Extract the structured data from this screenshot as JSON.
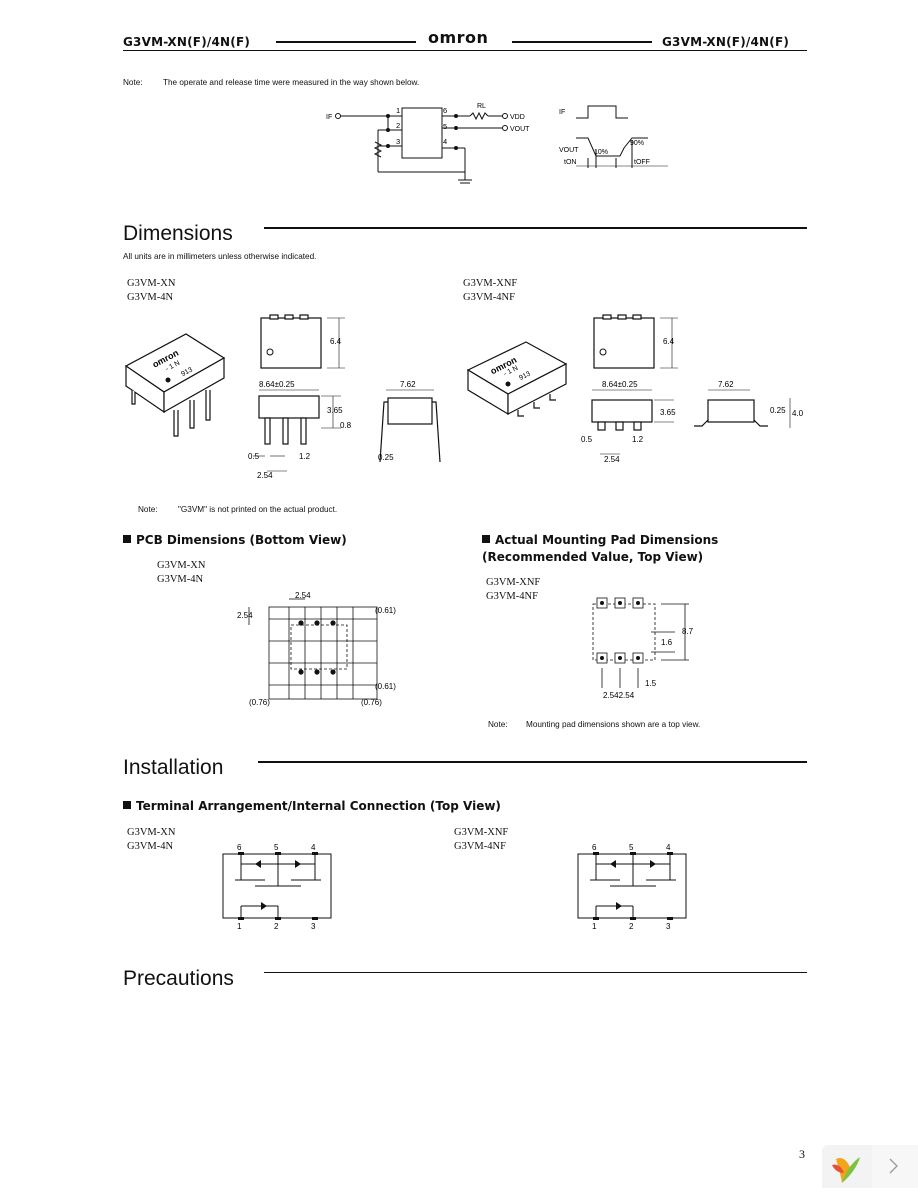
{
  "header": {
    "left_title": "G3VM-XN(F)/4N(F)",
    "brand": "omron",
    "right_title": "G3VM-XN(F)/4N(F)"
  },
  "note_timing": {
    "label": "Note:",
    "text": "The operate and release time were measured in the way shown below."
  },
  "circuit": {
    "input_label": "IF",
    "pins": [
      "1",
      "2",
      "3",
      "4",
      "5",
      "6"
    ],
    "rl_label": "RL",
    "vdd_label": "VDD",
    "vout_label": "VOUT"
  },
  "timing": {
    "if_label": "IF",
    "vout_label": "VOUT",
    "ton_label": "tON",
    "toff_label": "tOFF",
    "pct10": "10%",
    "pct90": "90%"
  },
  "dimensions": {
    "title": "Dimensions",
    "note": "All units are in millimeters unless otherwise indicated.",
    "left_models": [
      "G3VM-XN",
      "G3VM-4N"
    ],
    "right_models": [
      "G3VM-XNF",
      "G3VM-4NF"
    ],
    "pkg_brand": "omron",
    "pkg_marks_left": [
      "- 1 N",
      "913"
    ],
    "pkg_marks_right": [
      "- 1 N",
      "913"
    ],
    "left_values": {
      "height_top": "6.4",
      "length": "8.64±0.25",
      "height_side": "3.65",
      "lead": "0.8",
      "pin_w": "0.5",
      "pin_gap": "1.2",
      "pitch": "2.54",
      "width": "7.62",
      "thick": "0.25"
    },
    "right_values": {
      "height_top": "6.4",
      "length": "8.64±0.25",
      "height_side": "3.65",
      "pin_w": "0.5",
      "pin_gap": "1.2",
      "pitch": "2.54",
      "width": "7.62",
      "thick": "0.25",
      "total": "4.0"
    },
    "note_label": "Note:",
    "note2": "\"G3VM\" is not printed on the actual product."
  },
  "pcb": {
    "title": "PCB Dimensions (Bottom View)",
    "models": [
      "G3VM-XN",
      "G3VM-4N"
    ],
    "values": {
      "pitch": "2.54",
      "pitch_v": "2.54",
      "top_right": "(0.61)",
      "bottom_right": "(0.61)",
      "bottom_left": "(0.76)",
      "bottom_mid": "(0.76)"
    }
  },
  "pads": {
    "title_line1": "Actual Mounting Pad Dimensions",
    "title_line2": "(Recommended Value, Top View)",
    "models": [
      "G3VM-XNF",
      "G3VM-4NF"
    ],
    "values": {
      "height": "8.7",
      "pad_h": "1.6",
      "pad_w": "1.5",
      "pitch": "2.542.54"
    },
    "note_label": "Note:",
    "note": "Mounting pad dimensions shown are a top view."
  },
  "installation": {
    "title": "Installation",
    "subtitle": "Terminal Arrangement/Internal Connection (Top View)",
    "left_models": [
      "G3VM-XN",
      "G3VM-4N"
    ],
    "right_models": [
      "G3VM-XNF",
      "G3VM-4NF"
    ],
    "top_pins": [
      "6",
      "5",
      "4"
    ],
    "bottom_pins": [
      "1",
      "2",
      "3"
    ]
  },
  "precautions": {
    "title": "Precautions"
  },
  "footer": {
    "page_number": "3",
    "next_icon": "chevron-right-icon",
    "logo_icon": "viewer-logo-icon"
  }
}
